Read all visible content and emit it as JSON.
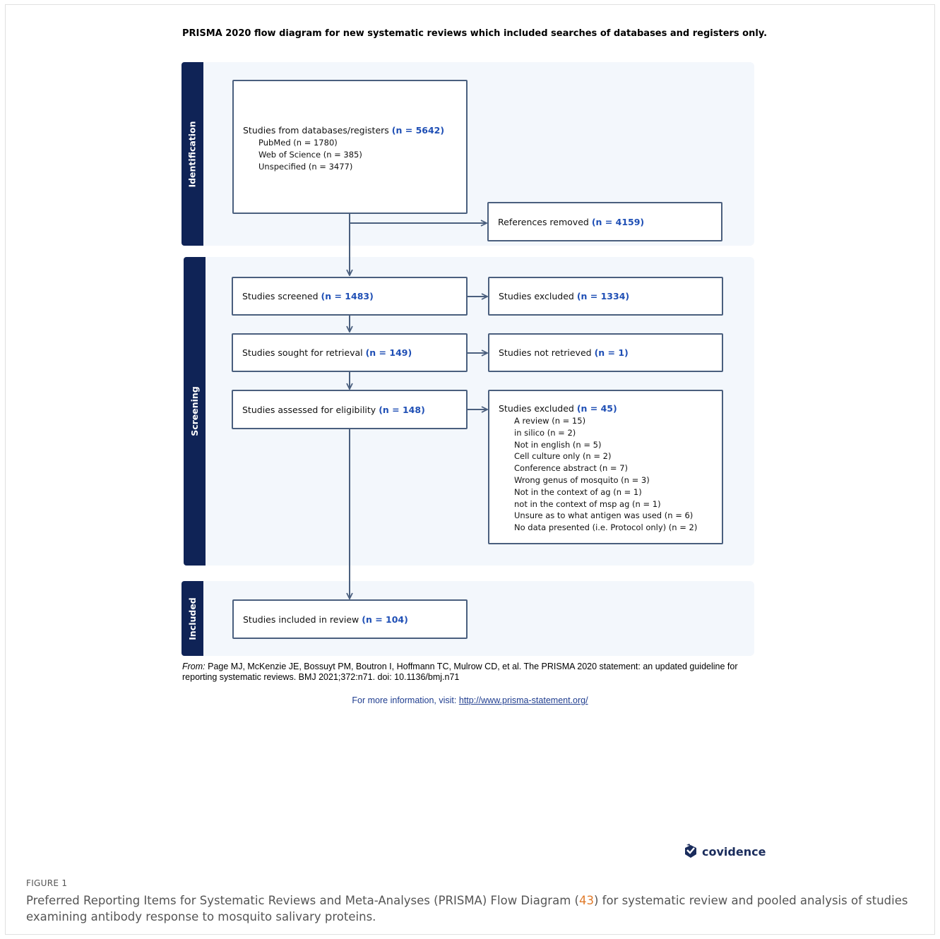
{
  "title": "PRISMA 2020 flow diagram for new systematic reviews which included searches of databases and registers only.",
  "phases": {
    "identification": "Identification",
    "screening": "Screening",
    "included": "Included"
  },
  "identification_box": {
    "label": "Studies from databases/registers",
    "n": "(n = 5642)",
    "sources": [
      "PubMed (n = 1780)",
      "Web of Science (n = 385)",
      "Unspecified (n = 3477)"
    ]
  },
  "removed_box": {
    "label": "References removed",
    "n": "(n = 4159)"
  },
  "screened_box": {
    "label": "Studies screened",
    "n": "(n = 1483)"
  },
  "excluded_box": {
    "label": "Studies excluded",
    "n": "(n = 1334)"
  },
  "retrieval_box": {
    "label": "Studies sought for retrieval",
    "n": "(n = 149)"
  },
  "not_retrieved_box": {
    "label": "Studies not retrieved",
    "n": "(n = 1)"
  },
  "eligibility_box": {
    "label": "Studies assessed for eligibility",
    "n": "(n = 148)"
  },
  "excluded_reasons_box": {
    "label": "Studies excluded",
    "n": "(n = 45)",
    "reasons": [
      "A review (n = 15)",
      "in silico (n = 2)",
      "Not in english (n = 5)",
      "Cell culture only (n = 2)",
      "Conference abstract (n = 7)",
      "Wrong genus of mosquito (n = 3)",
      "Not in the context of ag (n = 1)",
      "not in the context of msp ag (n = 1)",
      "Unsure as to what antigen was used (n = 6)",
      "No data presented (i.e. Protocol only) (n = 2)"
    ]
  },
  "included_box": {
    "label": "Studies included in review",
    "n": "(n = 104)"
  },
  "citation": {
    "from": "From:",
    "text": "Page MJ, McKenzie JE, Bossuyt PM, Boutron I, Hoffmann TC, Mulrow CD, et al. The PRISMA 2020 statement: an updated guideline for reporting systematic reviews. BMJ 2021;372:n71. doi: 10.1136/bmj.n71"
  },
  "more_info": {
    "prefix": "For more information, visit:",
    "link": "http://www.prisma-statement.org/"
  },
  "logo": {
    "text": "covidence",
    "icon": "covidence-logo-icon"
  },
  "figure_label": "FIGURE 1",
  "caption": {
    "before": "Preferred Reporting Items for Systematic Reviews and Meta-Analyses (PRISMA) Flow Diagram (",
    "ref": "43",
    "after": ") for systematic review and pooled analysis of studies examining antibody response to mosquito salivary proteins."
  },
  "colors": {
    "phase_bar": "#0f2356",
    "band": "#f3f7fc",
    "box_border": "#4a5f7e",
    "count": "#1f4fb5",
    "caption_ref": "#e07a2a",
    "link": "#1f3d8f"
  }
}
